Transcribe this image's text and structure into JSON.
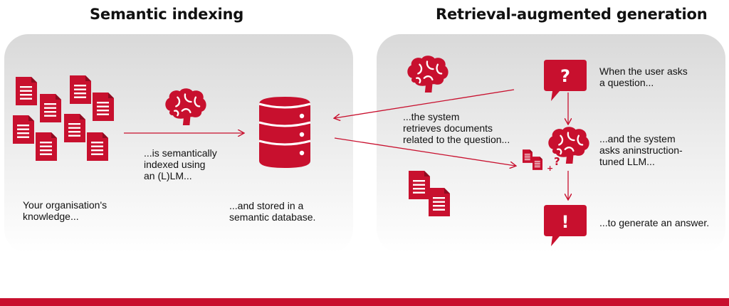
{
  "left": {
    "title": "Semantic indexing",
    "knowledge_label": "Your  organisation's\nknowledge...",
    "indexed_label": "...is semantically\nindexed using\nan (L)LM...",
    "stored_label": "...and stored in a\nsemantic database."
  },
  "right": {
    "title": "Retrieval-augmented generation",
    "question_label": "When the user asks\na question...",
    "retrieve_label": "...the system\nretrieves documents\nrelated to the question...",
    "llm_label": "...and the system\nasks aninstruction-\ntuned LLM...",
    "answer_label": "...to generate an answer.",
    "question_glyph": "?",
    "answer_glyph": "!",
    "plus_glyph": "+",
    "query_glyph": "?"
  },
  "colors": {
    "accent": "#c8102e",
    "panel_top": "#d9d9d9",
    "panel_bottom": "#ffffff"
  },
  "icons": [
    "document-icon",
    "brain-icon",
    "database-icon",
    "speech-bubble-question-icon",
    "speech-bubble-exclamation-icon",
    "arrow-icon"
  ]
}
